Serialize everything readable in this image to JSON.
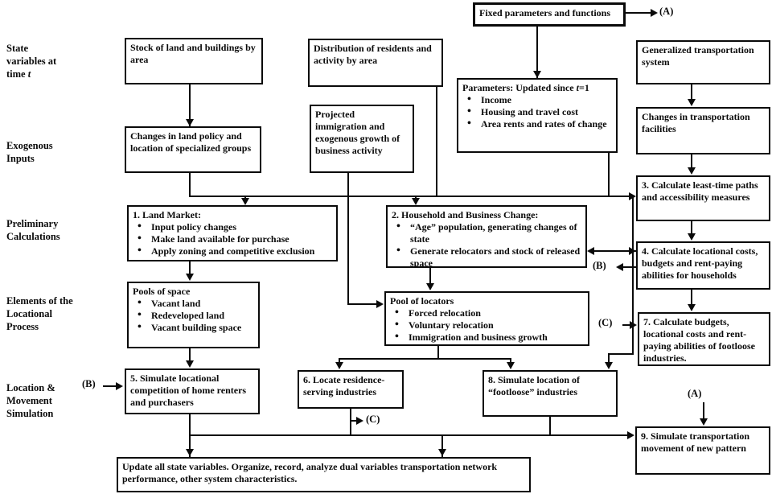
{
  "row_labels": [
    {
      "text": "State variables at time",
      "italic": "t"
    },
    {
      "text": "Exogenous Inputs"
    },
    {
      "text": "Preliminary Calculations"
    },
    {
      "text": "Elements of the Locational Process"
    },
    {
      "text": "Location & Movement Simulation"
    }
  ],
  "labels": {
    "a_top": "(A)",
    "a_mid": "(A)",
    "b_left": "(B)",
    "b_mid": "(B)",
    "c_mid": "(C)",
    "c_bottom": "(C)"
  },
  "boxes": {
    "fixed_params": {
      "title": "Fixed parameters and functions"
    },
    "stock": {
      "title": "Stock of land and buildings by area"
    },
    "distribution": {
      "title": "Distribution of residents and activity by area"
    },
    "generalized": {
      "title": "Generalized transportation system"
    },
    "parameters": {
      "title_prefix": "Parameters: Updated since ",
      "title_italic": "t",
      "title_suffix": "=1",
      "bullets": [
        "Income",
        "Housing and travel cost",
        "Area rents and rates of change"
      ]
    },
    "changes_land": {
      "title": "Changes in land policy and location of specialized groups"
    },
    "projected": {
      "title": "Projected immigration and exogenous growth of business activity"
    },
    "changes_transport": {
      "title": "Changes in transportation facilities"
    },
    "calc3": {
      "title": "3. Calculate least-time paths and accessibility measures"
    },
    "land_market": {
      "title": "1. Land Market:",
      "bullets": [
        "Input policy changes",
        "Make land available for purchase",
        "Apply zoning and competitive exclusion"
      ]
    },
    "household_change": {
      "title": "2. Household and Business Change:",
      "bullets": [
        "“Age” population, generating changes of state",
        "Generate relocators and stock of released space"
      ]
    },
    "calc4": {
      "title": "4. Calculate locational costs, budgets and rent-paying abilities for households"
    },
    "pools_space": {
      "title": "Pools of space",
      "bullets": [
        "Vacant land",
        "Redeveloped land",
        "Vacant building space"
      ]
    },
    "pool_locators": {
      "title": "Pool of locators",
      "bullets": [
        "Forced relocation",
        "Voluntary relocation",
        "Immigration and business growth"
      ]
    },
    "calc7": {
      "title": "7. Calculate budgets, locational costs and rent-paying abilities of footloose industries."
    },
    "sim5": {
      "title": "5. Simulate locational competition of home renters and purchasers"
    },
    "locate6": {
      "title": "6. Locate residence-serving industries"
    },
    "sim8": {
      "title": "8. Simulate location of “footloose” industries"
    },
    "sim9": {
      "title": "9. Simulate transportation movement of new pattern"
    },
    "update": {
      "title": "Update all state variables. Organize, record, analyze dual variables transportation network performance, other system characteristics."
    }
  }
}
